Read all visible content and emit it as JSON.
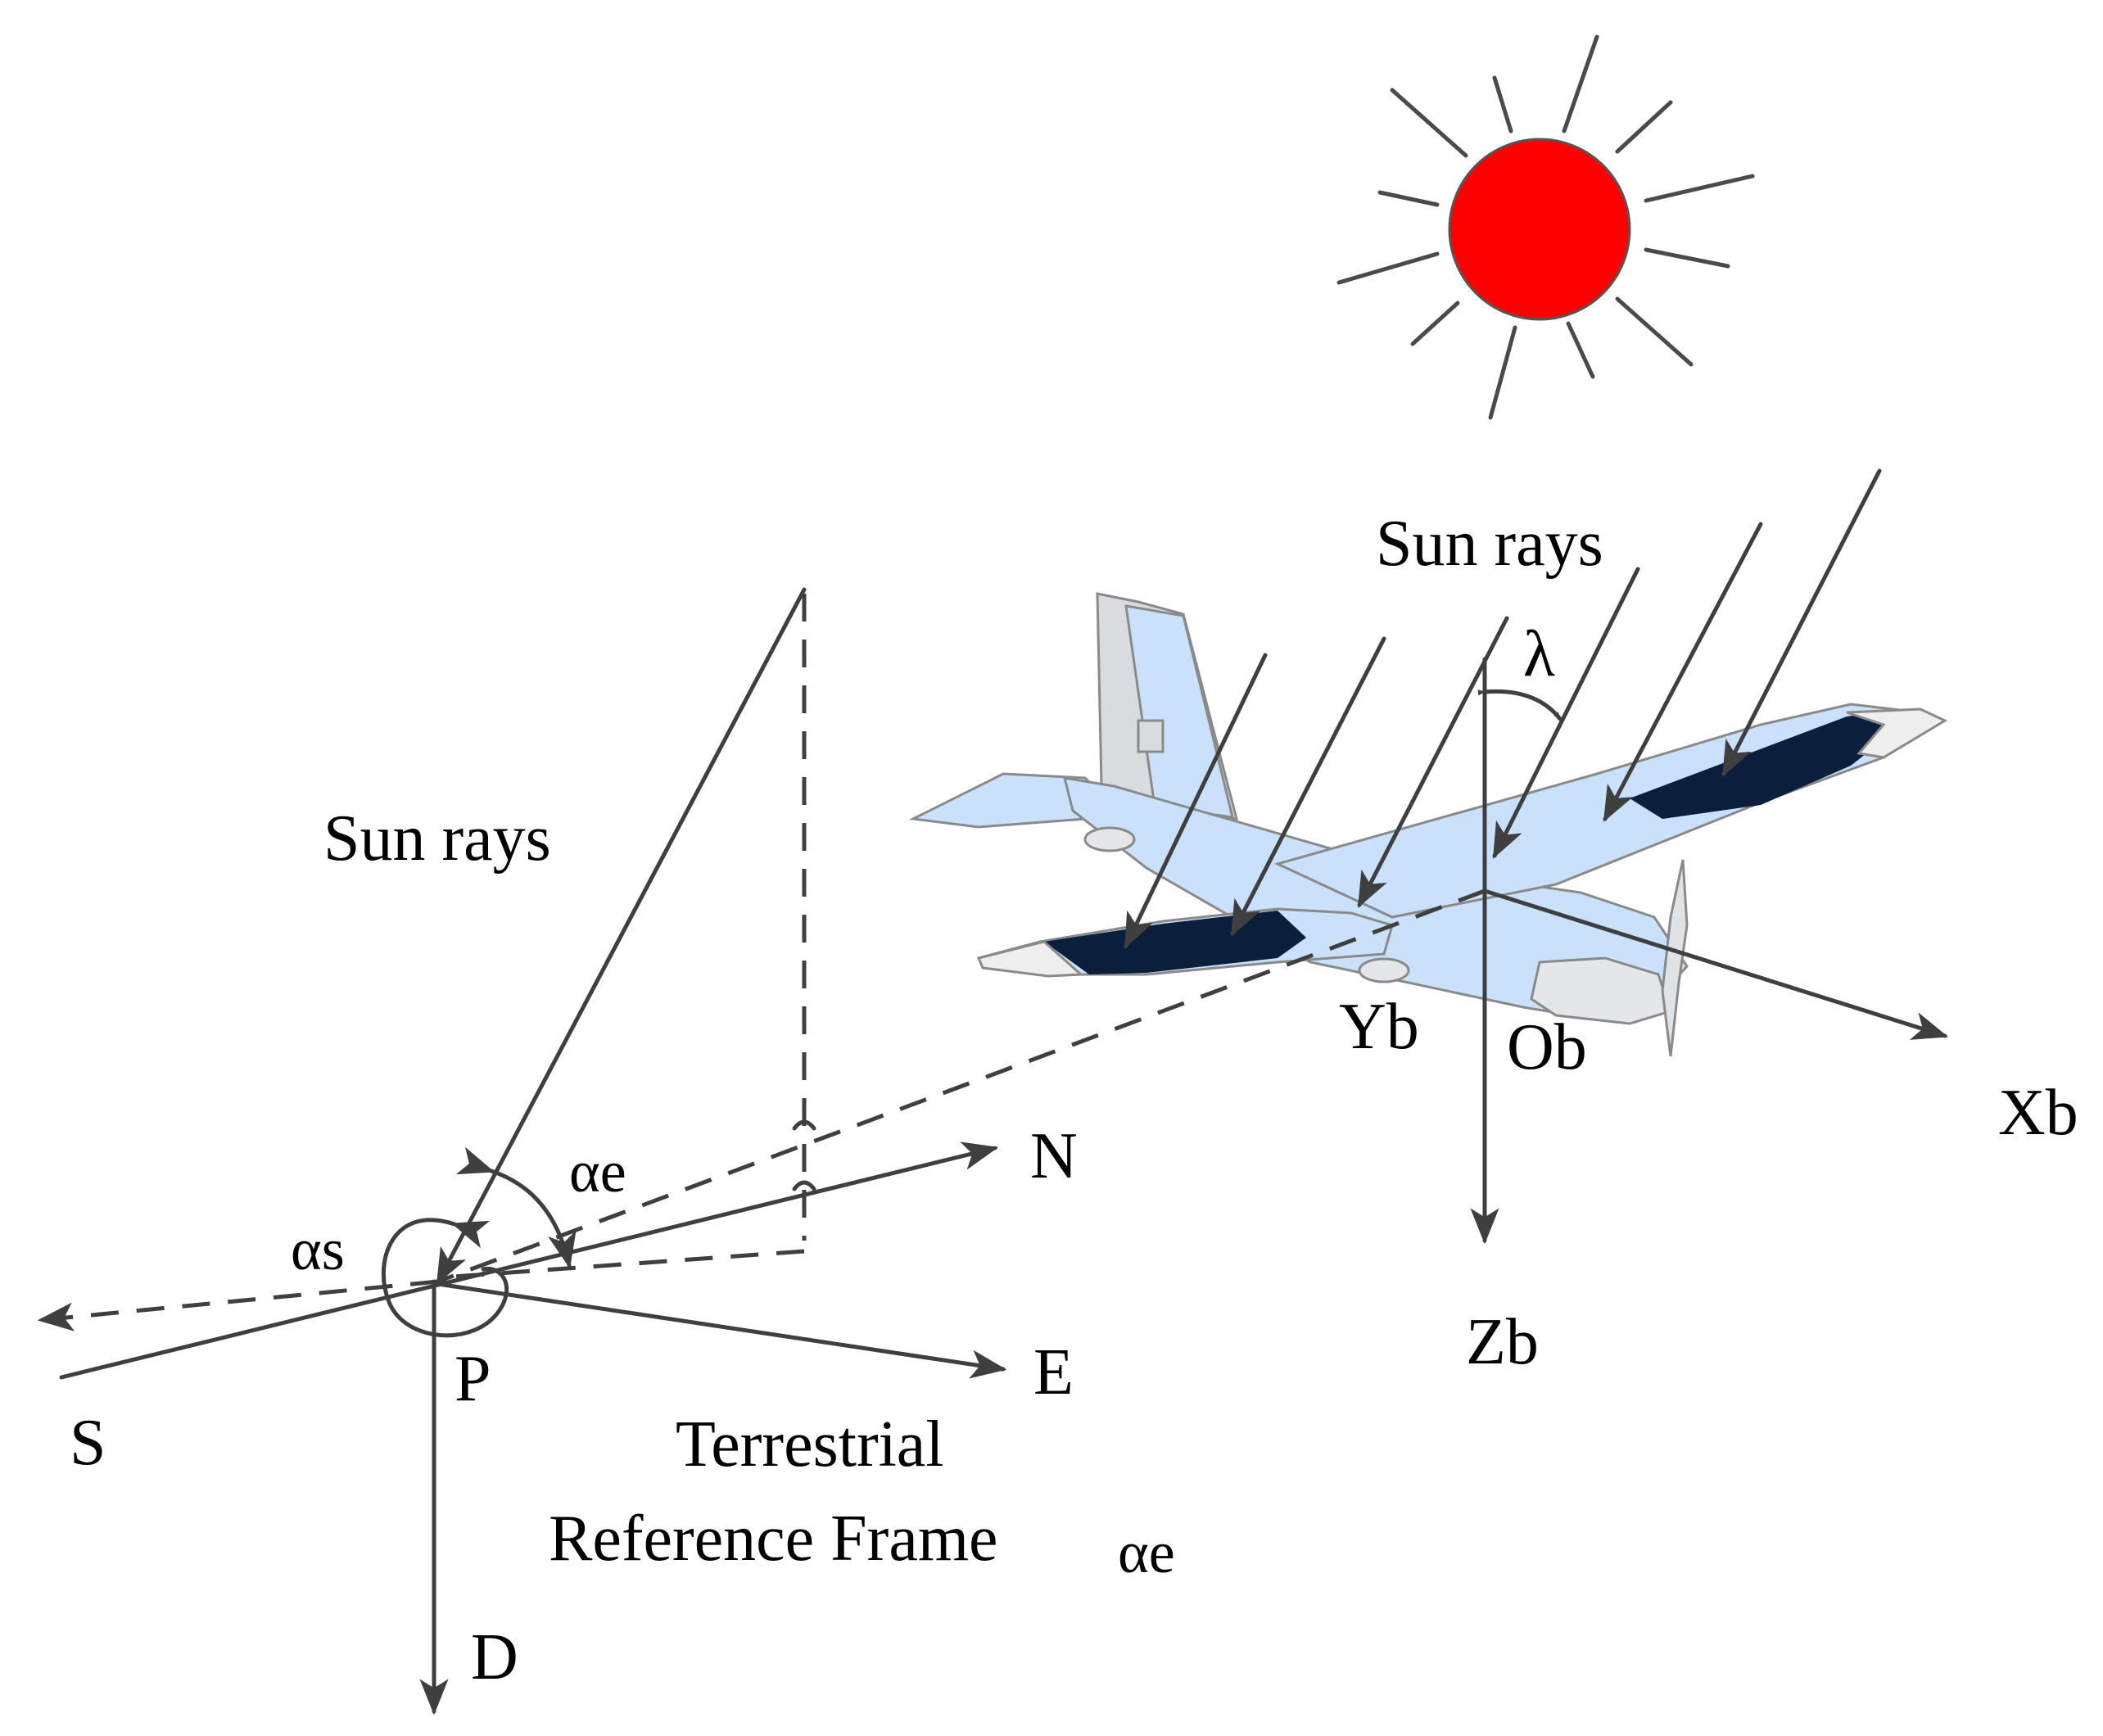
{
  "labels": {
    "sun_rays_left": "Sun rays",
    "sun_rays_right": "Sun rays",
    "north": "N",
    "east": "E",
    "south": "S",
    "down": "D",
    "point": "P",
    "alpha_e": "αe",
    "alpha_s": "αs",
    "caption_line1": "Terrestrial",
    "caption_line2": "Reference Frame",
    "caption_alpha": "αe",
    "xb": "Xb",
    "yb": "Yb",
    "zb": "Zb",
    "ob": "Ob",
    "lambda": "λ"
  },
  "icons": {
    "sun": "sun-icon",
    "aircraft": "solar-uav-icon"
  },
  "colors": {
    "sun": "#ff0000",
    "aircraft_body": "#c9e1fb",
    "solar_panel": "#0b1f3d",
    "lines": "#3f3f3f"
  }
}
